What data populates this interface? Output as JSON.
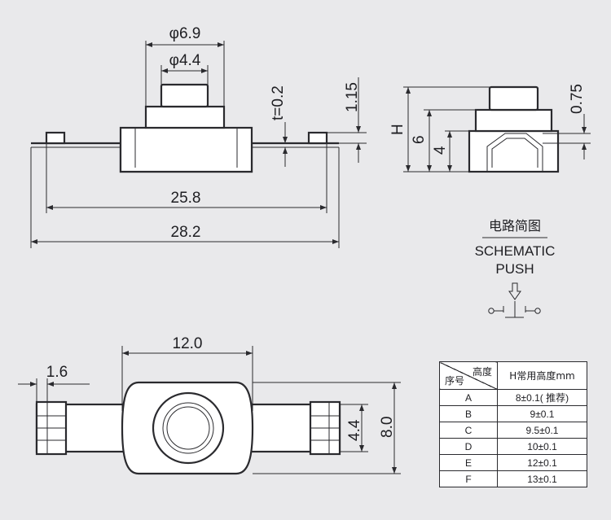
{
  "side_view": {
    "dim_outer_dia": "φ6.9",
    "dim_inner_dia": "φ4.4",
    "dim_thickness": "t=0.2",
    "dim_terminal": "1.15",
    "dim_width_inner": "25.8",
    "dim_width_total": "28.2"
  },
  "end_view": {
    "dim_h": "H",
    "dim_six": "6",
    "dim_four": "4",
    "dim_offset": "0.75"
  },
  "top_view": {
    "dim_body_width": "12.0",
    "dim_terminal_width": "1.6",
    "dim_inner_height": "4.4",
    "dim_outer_height": "8.0"
  },
  "schematic": {
    "title_cn": "电路简图",
    "title_en": "SCHEMATIC",
    "label": "PUSH"
  },
  "table": {
    "header_height": "高度",
    "header_index": "序号",
    "header_h": "H常用高度mm",
    "rows": [
      {
        "id": "A",
        "value": "8±0.1( 推荐)"
      },
      {
        "id": "B",
        "value": "9±0.1"
      },
      {
        "id": "C",
        "value": "9.5±0.1"
      },
      {
        "id": "D",
        "value": "10±0.1"
      },
      {
        "id": "E",
        "value": "12±0.1"
      },
      {
        "id": "F",
        "value": "13±0.1"
      }
    ]
  }
}
